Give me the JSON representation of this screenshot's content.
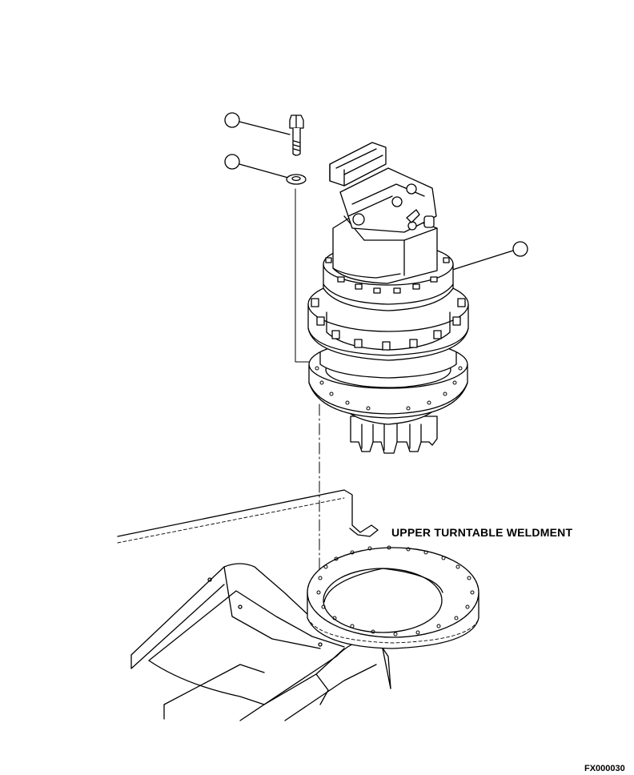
{
  "labels": {
    "weldment": "UPPER TURNTABLE WELDMENT",
    "figure_id": "FX000030"
  },
  "callouts": [
    {
      "part": "bolt",
      "number": ""
    },
    {
      "part": "washer",
      "number": ""
    },
    {
      "part": "swing-drive",
      "number": ""
    }
  ],
  "colors": {
    "ink": "#000000",
    "paper": "#ffffff"
  }
}
